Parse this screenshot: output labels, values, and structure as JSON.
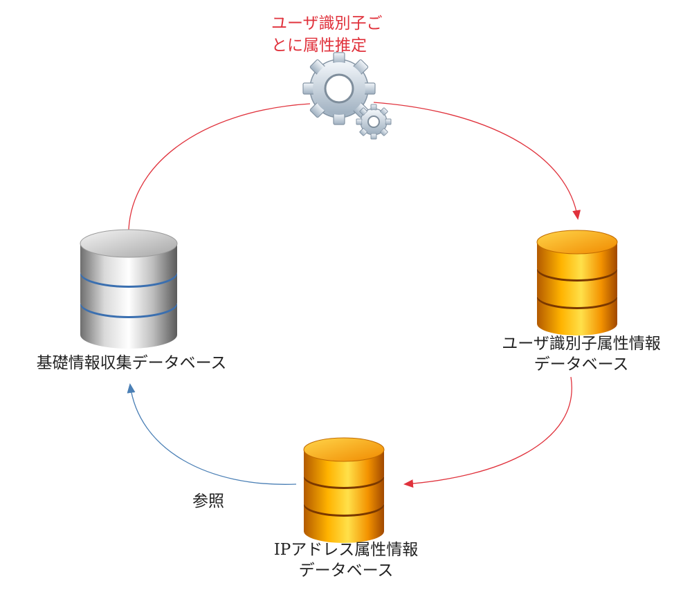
{
  "process": {
    "label_line1": "ユーザ識別子ご",
    "label_line2": "とに属性推定",
    "icon": "gears-icon",
    "color": "#e0323c"
  },
  "nodes": {
    "base_db": {
      "label": "基礎情報収集データベース",
      "icon": "database-gray-icon"
    },
    "user_db": {
      "label_line1": "ユーザ識別子属性情報",
      "label_line2": "データベース",
      "icon": "database-orange-icon"
    },
    "ip_db": {
      "label_line1": "IPアドレス属性情報",
      "label_line2": "データベース",
      "icon": "database-orange-icon"
    }
  },
  "edges": {
    "reference_label": "参照",
    "red_color": "#e0323c",
    "blue_color": "#4a7fb5"
  }
}
